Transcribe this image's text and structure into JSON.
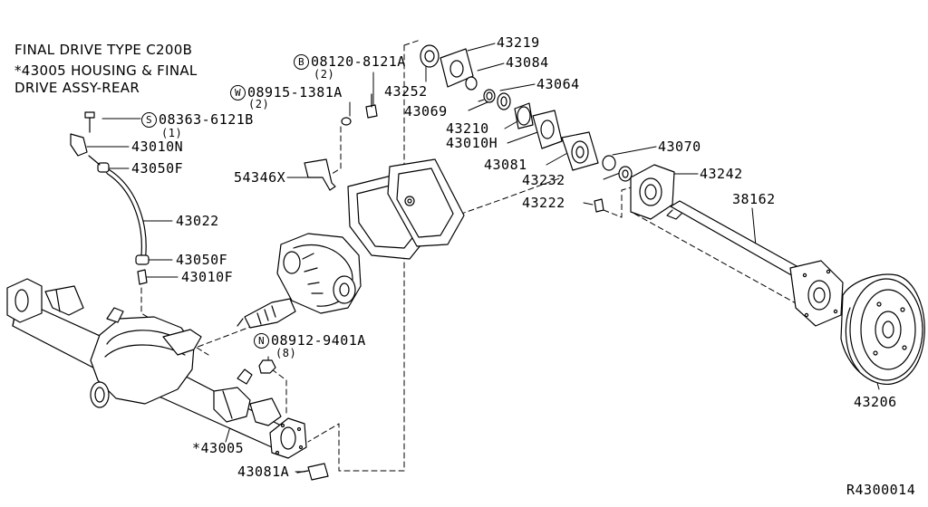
{
  "header": {
    "line1": "FINAL DRIVE TYPE C200B",
    "line2": "*43005 HOUSING & FINAL",
    "line3": "DRIVE ASSY-REAR"
  },
  "callouts": {
    "p43219": "43219",
    "p43084": "43084",
    "p43064": "43064",
    "p43252": "43252",
    "p43069": "43069",
    "p43210": "43210",
    "p43010H": "43010H",
    "p43070": "43070",
    "p43081": "43081",
    "p43242": "43242",
    "p43232": "43232",
    "p43222": "43222",
    "p38162": "38162",
    "p43206": "43206",
    "p43010N": "43010N",
    "p43050F_top": "43050F",
    "p43022": "43022",
    "p43050F_bot": "43050F",
    "p43010F": "43010F",
    "p54346": "54346X",
    "p43005": "*43005",
    "p43081A": "43081A"
  },
  "fasteners": {
    "b": {
      "symbol": "B",
      "number": "08120-8121A",
      "qty": "(2)"
    },
    "w": {
      "symbol": "W",
      "number": "08915-1381A",
      "qty": "(2)"
    },
    "s": {
      "symbol": "S",
      "number": "08363-6121B",
      "qty": "(1)"
    },
    "n": {
      "symbol": "N",
      "number": "08912-9401A",
      "qty": "(8)"
    }
  },
  "diagram_code": "R4300014"
}
